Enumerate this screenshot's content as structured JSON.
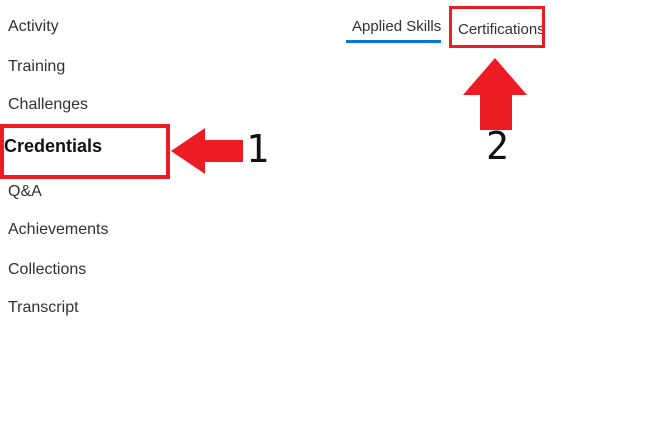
{
  "colors": {
    "background": "#ffffff",
    "annotation_red": "#ed1c24",
    "active_tab_underline_blue": "#0078d4",
    "text": "#323130",
    "active_text": "#111111"
  },
  "sidebar": {
    "items": [
      {
        "label": "Activity",
        "active": false
      },
      {
        "label": "Training",
        "active": false
      },
      {
        "label": "Challenges",
        "active": false
      },
      {
        "label": "Credentials",
        "active": true
      },
      {
        "label": "Q&A",
        "active": false
      },
      {
        "label": "Achievements",
        "active": false
      },
      {
        "label": "Collections",
        "active": false
      },
      {
        "label": "Transcript",
        "active": false
      }
    ]
  },
  "tabs": {
    "items": [
      {
        "label": "Applied Skills",
        "active": true
      },
      {
        "label": "Certifications",
        "active": false
      }
    ]
  },
  "annotations": {
    "steps": [
      {
        "number": "1"
      },
      {
        "number": "2"
      }
    ]
  }
}
